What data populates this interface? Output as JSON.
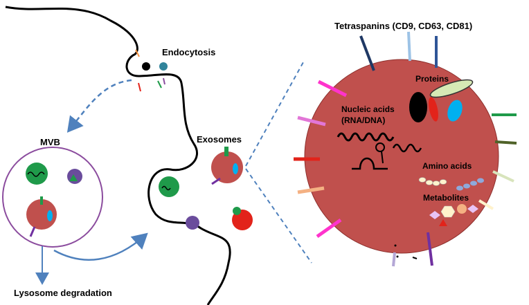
{
  "labels": {
    "endocytosis": "Endocytosis",
    "mvb": "MVB",
    "exosomes": "Exosomes",
    "lysosome": "Lysosome degradation",
    "tetraspanins": "Tetraspanins (CD9, CD63, CD81)",
    "proteins": "Proteins",
    "nucleic_line1": "Nucleic acids",
    "nucleic_line2": "(RNA/DNA)",
    "amino_acids": "Amino acids",
    "metabolites": "Metabolites"
  },
  "colors": {
    "exosome_fill": "#c0504d",
    "membrane": "#000000",
    "mvb_border": "#8b4c9e",
    "arrow_blue": "#4f81bd",
    "green_vesicle": "#1f9a4a",
    "purple_vesicle": "#6a4c9c",
    "red_vesicle": "#e2231a"
  }
}
